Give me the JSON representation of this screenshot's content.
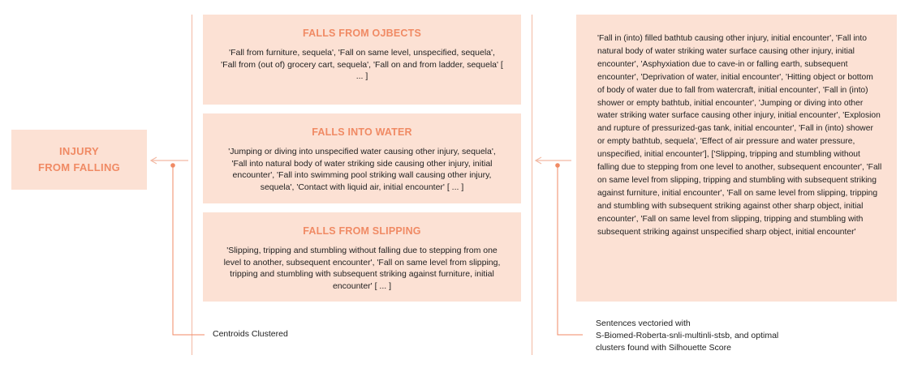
{
  "root": {
    "label": "INJURY\nFROM FALLING"
  },
  "clusters": [
    {
      "title": "FALLS FROM OJBECTS",
      "text": "'Fall from furniture, sequela', 'Fall on same level, unspecified, sequela', 'Fall from (out of) grocery cart, sequela', 'Fall on and from ladder, sequela' [ ... ]"
    },
    {
      "title": "FALLS INTO WATER",
      "text": "'Jumping or diving into unspecified water causing other injury, sequela', 'Fall into natural body of water striking side causing other injury, initial encounter', 'Fall into swimming pool striking wall causing other injury, sequela', 'Contact with liquid air, initial encounter' [ ... ]"
    },
    {
      "title": "FALLS FROM SLIPPING",
      "text": "'Slipping, tripping and stumbling without falling due to stepping from one level to another, subsequent encounter', 'Fall on same level from slipping, tripping and stumbling with subsequent striking against furniture, initial encounter' [ ... ]"
    }
  ],
  "sentences": {
    "text": "'Fall in (into) filled bathtub causing other injury, initial encounter', 'Fall into natural body of water striking water surface causing other injury, initial encounter', 'Asphyxiation due to cave-in or falling earth, subsequent encounter', 'Deprivation of water, initial encounter', 'Hitting object or bottom of body of water due to fall from watercraft, initial encounter', 'Fall in (into) shower or empty bathtub, initial encounter', 'Jumping or diving into other water striking water surface causing other injury, initial encounter', 'Explosion and rupture of pressurized-gas tank, initial encounter', 'Fall in (into) shower or empty bathtub, sequela', 'Effect of air pressure and water pressure, unspecified, initial encounter'], ['Slipping, tripping and stumbling without falling due to stepping from one level to another, subsequent encounter', 'Fall on same level from slipping, tripping and stumbling with subsequent striking against furniture, initial encounter', 'Fall on same level from slipping, tripping and stumbling with subsequent striking against other sharp object, initial encounter', 'Fall on same level from slipping, tripping and stumbling with subsequent striking against unspecified sharp object, initial encounter'"
  },
  "captions": {
    "centroids": "Centroids Clustered",
    "method": "Sentences vectoried with\nS-Biomed-Roberta-snli-multinli-stsb, and optimal\nclusters found with Silhouette Score"
  },
  "colors": {
    "accent": "#f08a64",
    "box": "#fce1d4",
    "line": "#f3b9a3"
  }
}
